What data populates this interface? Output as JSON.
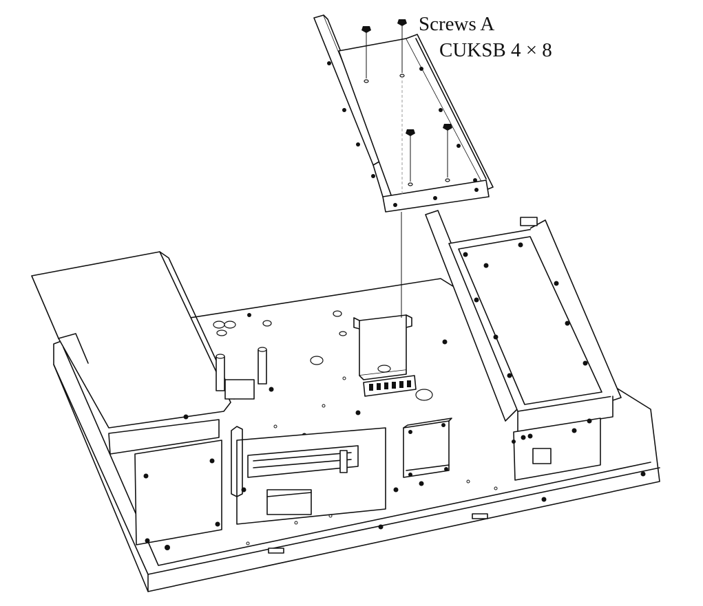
{
  "callout": {
    "title": "Screws A",
    "spec": "CUKSB 4 × 8"
  },
  "parts": {
    "screw_count": 4
  }
}
